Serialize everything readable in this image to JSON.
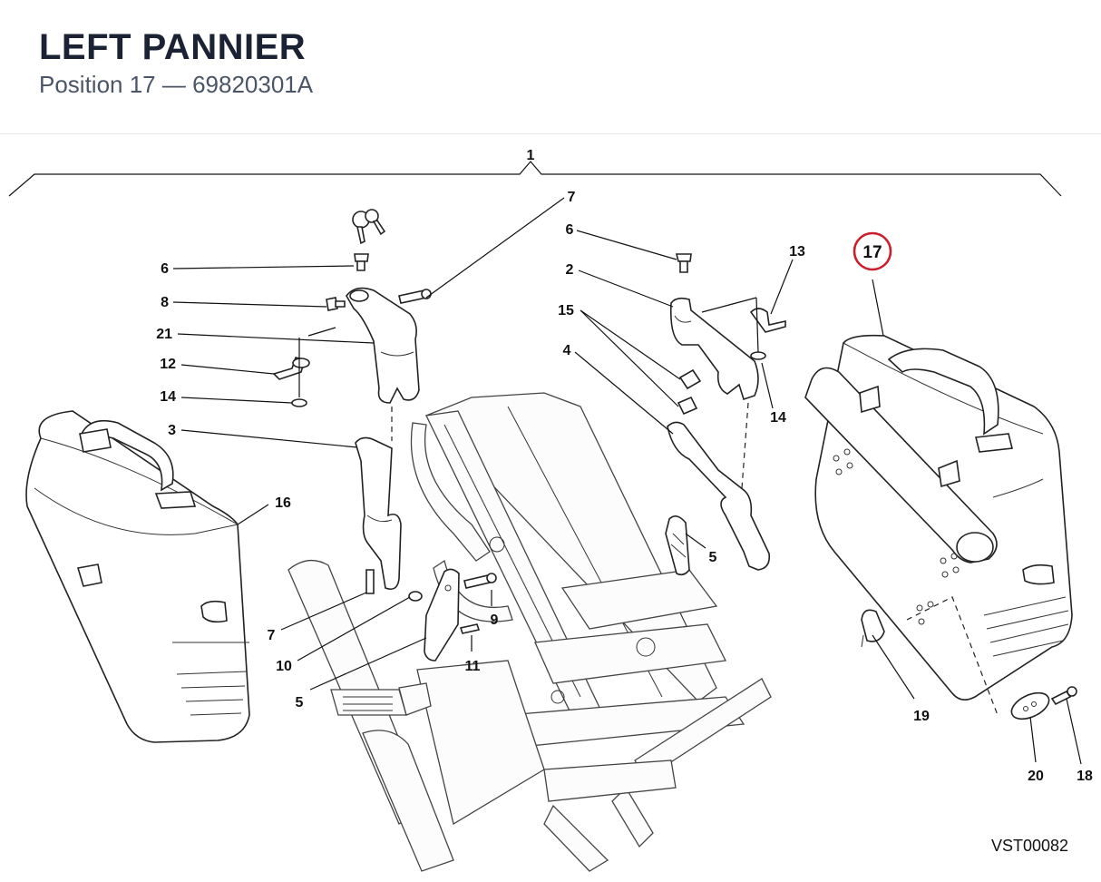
{
  "header": {
    "title": "LEFT PANNIER",
    "subtitle": "Position 17 — 69820301A"
  },
  "diagram": {
    "callouts": {
      "c1": "1",
      "c2": "2",
      "c3": "3",
      "c4": "4",
      "c5a": "5",
      "c5b": "5",
      "c6a": "6",
      "c6b": "6",
      "c7a": "7",
      "c7b": "7",
      "c8": "8",
      "c9": "9",
      "c10": "10",
      "c11": "11",
      "c12": "12",
      "c13": "13",
      "c14a": "14",
      "c14b": "14",
      "c15": "15",
      "c16": "16",
      "c17": "17",
      "c18": "18",
      "c19": "19",
      "c20": "20",
      "c21": "21"
    },
    "highlight_color": "#cc1f2d",
    "reference_code": "VST00082"
  }
}
